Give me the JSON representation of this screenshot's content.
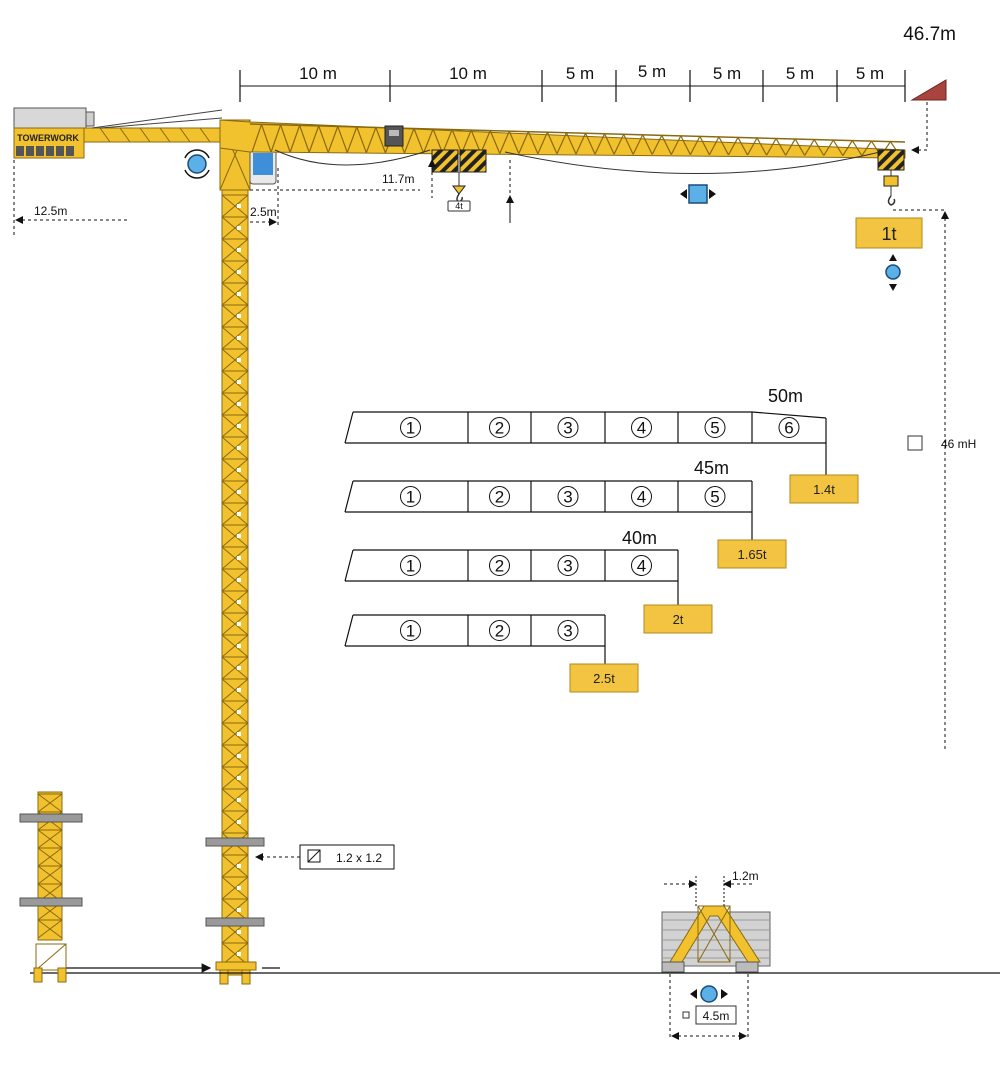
{
  "jib_segments": [
    "10 m",
    "10 m",
    "5 m",
    "5 m",
    "5 m",
    "5 m",
    "5 m"
  ],
  "max_radius": "46.7m",
  "counter_jib_length": "12.5m",
  "cab_offset": "2.5m",
  "min_radius": "11.7m",
  "brand": "TOWERWORK",
  "trolley_load": "4t",
  "tip_load": "1t",
  "hook_height": "46 mH",
  "mast_section": "1.2 x 1.2",
  "base_width": "1.2m",
  "base_track": "4.5m",
  "configurations": [
    {
      "length": "50m",
      "segments": [
        "1",
        "2",
        "3",
        "4",
        "5",
        "6"
      ],
      "tip_load": "1.4t"
    },
    {
      "length": "45m",
      "segments": [
        "1",
        "2",
        "3",
        "4",
        "5"
      ],
      "tip_load": "1.65t"
    },
    {
      "length": "40m",
      "segments": [
        "1",
        "2",
        "3",
        "4"
      ],
      "tip_load": "2t"
    },
    {
      "length": "",
      "segments": [
        "1",
        "2",
        "3"
      ],
      "tip_load": "2.5t"
    }
  ],
  "colors": {
    "crane_yellow": "#F2C12E",
    "crane_outline": "#8a6a10",
    "load_box": "#F2C441",
    "motion_blue": "#5BB0E8",
    "ballast_red": "#A8433E",
    "cab_blue": "#3f8fd8"
  }
}
